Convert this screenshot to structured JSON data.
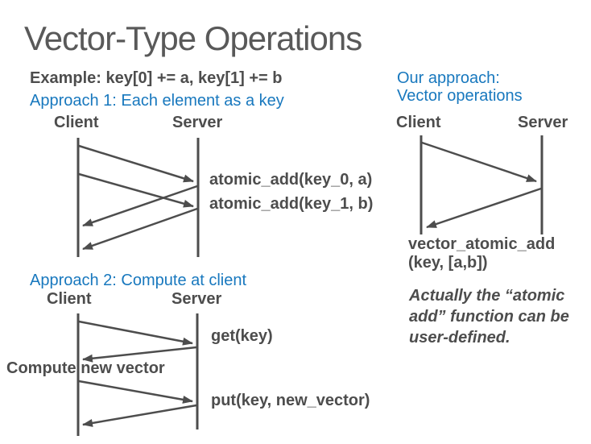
{
  "slide": {
    "title": "Vector-Type Operations",
    "example_line": "Example: key[0] += a, key[1] += b",
    "colors": {
      "accent_blue": "#1878be",
      "text_gray": "#4d4d4d",
      "title_gray": "#595959"
    }
  },
  "approach1": {
    "heading": "Approach 1: Each element as a key",
    "client_label": "Client",
    "server_label": "Server",
    "message1": "atomic_add(key_0, a)",
    "message2": "atomic_add(key_1, b)"
  },
  "approach2": {
    "heading": "Approach 2: Compute at client",
    "client_label": "Client",
    "server_label": "Server",
    "get_label": "get(key)",
    "compute_label": "Compute new vector",
    "put_label": "put(key, new_vector)"
  },
  "our_approach": {
    "heading_line1": "Our approach:",
    "heading_line2": "Vector operations",
    "client_label": "Client",
    "server_label": "Server",
    "message_line1": "vector_atomic_add",
    "message_line2": "(key, [a,b])",
    "note": "Actually the “atomic add” function can be user-defined."
  }
}
